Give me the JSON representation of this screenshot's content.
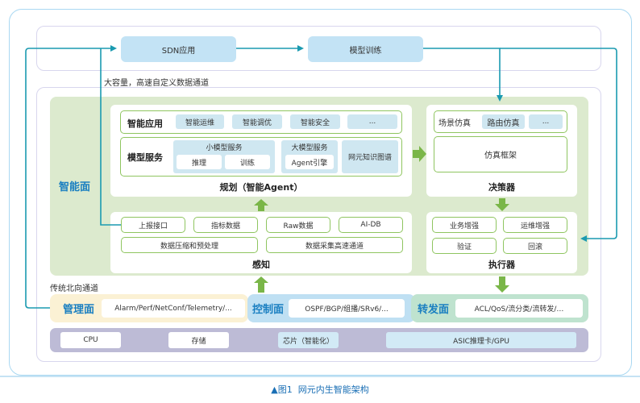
{
  "figure": {
    "caption_prefix": "▲图1",
    "caption_title": "网元内生智能架构"
  },
  "top_layer": {
    "sdn_app": "SDN应用",
    "model_training": "模型训练"
  },
  "channels": {
    "high_capacity": "大容量，高速自定义数据通道",
    "traditional_northbound": "传统北向通道"
  },
  "intelligence_plane": {
    "label": "智能面",
    "planning": {
      "caption": "规划（智能Agent）",
      "smart_apps": {
        "title": "智能应用",
        "items": [
          "智能运维",
          "智能调优",
          "智能安全",
          "..."
        ]
      },
      "model_services": {
        "title": "模型服务",
        "small_model": {
          "title": "小模型服务",
          "items": [
            "推理",
            "训练"
          ]
        },
        "large_model": {
          "title": "大模型服务",
          "items": [
            "Agent引擎"
          ]
        },
        "knowledge_graph": "网元知识图谱"
      }
    },
    "decision": {
      "caption": "决策器",
      "scenario_sim": {
        "title": "场景仿真",
        "items": [
          "路由仿真",
          "..."
        ]
      },
      "sim_framework": "仿真框架"
    },
    "perception": {
      "caption": "感知",
      "row1": [
        "上报接口",
        "指标数据",
        "Raw数据",
        "AI-DB"
      ],
      "row2": [
        "数据压缩和预处理",
        "数据采集高速通道"
      ]
    },
    "executor": {
      "caption": "执行器",
      "items": [
        "业务增强",
        "运维增强",
        "验证",
        "回滚"
      ]
    }
  },
  "planes": {
    "management": {
      "label": "管理面",
      "value": "Alarm/Perf/NetConf/Telemetry/..."
    },
    "control": {
      "label": "控制面",
      "value": "OSPF/BGP/组播/SRv6/..."
    },
    "forwarding": {
      "label": "转发面",
      "value": "ACL/QoS/流分类/流转发/…"
    }
  },
  "hardware": {
    "items": [
      "CPU",
      "存储",
      "芯片（智能化）",
      "ASIC推理卡/GPU"
    ]
  },
  "colors": {
    "accent_blue": "#1a7fc1",
    "connector_teal": "#1a9ab0",
    "arrow_green": "#7ab648",
    "green_plane": "#dceace",
    "management_bg": "#fbf1d4",
    "control_bg": "#bfe0f3",
    "forwarding_bg": "#bfe3cf",
    "hardware_bg": "#bdbbd6"
  }
}
